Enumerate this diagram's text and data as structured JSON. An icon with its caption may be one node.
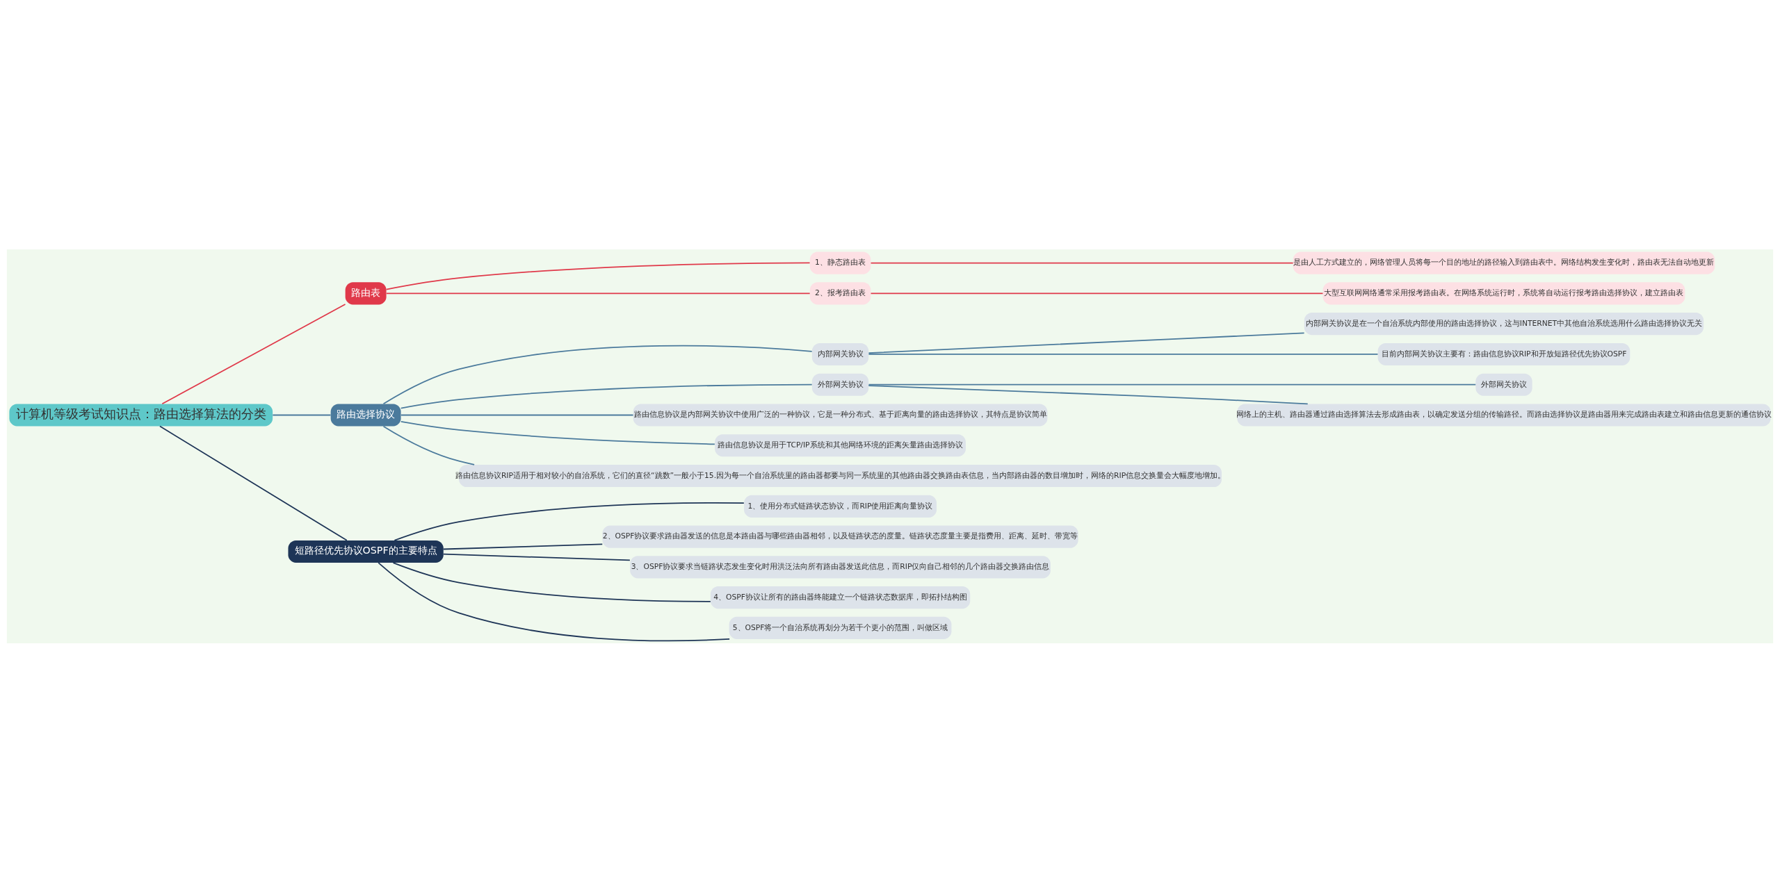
{
  "diagram": {
    "nodes": [
      {
        "text": [
          "计算机等级考试知识点：路由选择算法的分类"
        ]
      },
      {
        "text": [
          "路由表"
        ]
      },
      {
        "text": [
          "1、静态路由表"
        ]
      },
      {
        "text": [
          "是由人工方式建立的，网络管理人员将每一个目的地址的路径输入到路由表中。网络结构发生变化时，路由表无法自动地更新"
        ]
      },
      {
        "text": [
          "2、报考路由表"
        ]
      },
      {
        "text": [
          "大型互联网网络通常采用报考路由表。在网络系统运行时，系统将自动运行报考路由选择协议，建立路由表"
        ]
      },
      {
        "text": [
          "路由选择协议"
        ]
      },
      {
        "text": [
          "内部网关协议"
        ]
      },
      {
        "text": [
          "内部网关协议是在一个自治系统内部使用的路由选择协议，这与INTERNET中其他自治系统选用什么路由选择协议无关"
        ]
      },
      {
        "text": [
          "目前内部网关协议主要有：路由信息协议RIP和开放短路径优先协议OSPF"
        ]
      },
      {
        "text": [
          "外部网关协议"
        ]
      },
      {
        "text": [
          "外部网关协议"
        ]
      },
      {
        "text": [
          "网络上的主机、路由器通过路由选择算法去形成路由表，以确定发送分组的传输路径。而路由选择协议是路由器用来完成路由表建立和路由信息更新的通信协议"
        ]
      },
      {
        "text": [
          "路由信息协议是内部网关协议中使用广泛的一种协议，它是一种分布式、基于距离向量的路由选择协议，其特点是协议简单"
        ]
      },
      {
        "text": [
          "路由信息协议是用于TCP/IP系统和其他网络环境的距离矢量路由选择协议"
        ]
      },
      {
        "text": [
          "路由信息协议RIP适用于相对较小的自治系统，它们的直径“跳数”一般小于15.因为每一个自治系统里的路由器都要与同一系统里的其他路由器交换路由表信息，当内部路由器的数目增加时，网络的RIP信息交换量会大幅度地增加。"
        ]
      },
      {
        "text": [
          "短路径优先协议OSPF的主要特点"
        ]
      },
      {
        "text": [
          "1、使用分布式链路状态协议，而RIP使用距离向量协议"
        ]
      },
      {
        "text": [
          "2、OSPF协议要求路由器发送的信息是本路由器与哪些路由器相邻，以及链路状态的度量。链路状态度量主要是指费用、距离、延时、带宽等"
        ]
      },
      {
        "text": [
          "3、OSPF协议要求当链路状态发生变化时用洪泛法向所有路由器发送此信息，而RIP仅向自己相邻的几个路由器交换路由信息"
        ]
      },
      {
        "text": [
          "4、OSPF协议让所有的路由器终能建立一个链路状态数据库，即拓扑结构图"
        ]
      },
      {
        "text": [
          "5、OSPF将一个自治系统再划分为若干个更小的范围，叫做区域"
        ]
      }
    ],
    "edges": [
      {
        "from": 0,
        "to": 1,
        "arrow": "none",
        "color": "#e0394a"
      },
      {
        "from": 1,
        "to": 2,
        "arrow": "none",
        "color": "#e0394a"
      },
      {
        "from": 2,
        "to": 3,
        "arrow": "none",
        "color": "#e0394a"
      },
      {
        "from": 1,
        "to": 4,
        "arrow": "none",
        "color": "#e0394a"
      },
      {
        "from": 4,
        "to": 5,
        "arrow": "none",
        "color": "#e0394a"
      },
      {
        "from": 0,
        "to": 6,
        "arrow": "none"
      },
      {
        "from": 6,
        "to": 7,
        "arrow": "none"
      },
      {
        "from": 7,
        "to": 8,
        "arrow": "none"
      },
      {
        "from": 7,
        "to": 9,
        "arrow": "none"
      },
      {
        "from": 6,
        "to": 10,
        "arrow": "none"
      },
      {
        "from": 10,
        "to": 11,
        "arrow": "none"
      },
      {
        "from": 10,
        "to": 12,
        "arrow": "none"
      },
      {
        "from": 6,
        "to": 13,
        "arrow": "none"
      },
      {
        "from": 6,
        "to": 14,
        "arrow": "none"
      },
      {
        "from": 6,
        "to": 15,
        "arrow": "none"
      },
      {
        "from": 0,
        "to": 16,
        "arrow": "none",
        "color": "#1e3557"
      },
      {
        "from": 16,
        "to": 17,
        "arrow": "none",
        "color": "#1e3557"
      },
      {
        "from": 16,
        "to": 18,
        "arrow": "none",
        "color": "#1e3557"
      },
      {
        "from": 16,
        "to": 19,
        "arrow": "none",
        "color": "#1e3557"
      },
      {
        "from": 16,
        "to": 20,
        "arrow": "none",
        "color": "#1e3557"
      },
      {
        "from": 16,
        "to": 21,
        "arrow": "none",
        "color": "#1e3557"
      }
    ]
  }
}
